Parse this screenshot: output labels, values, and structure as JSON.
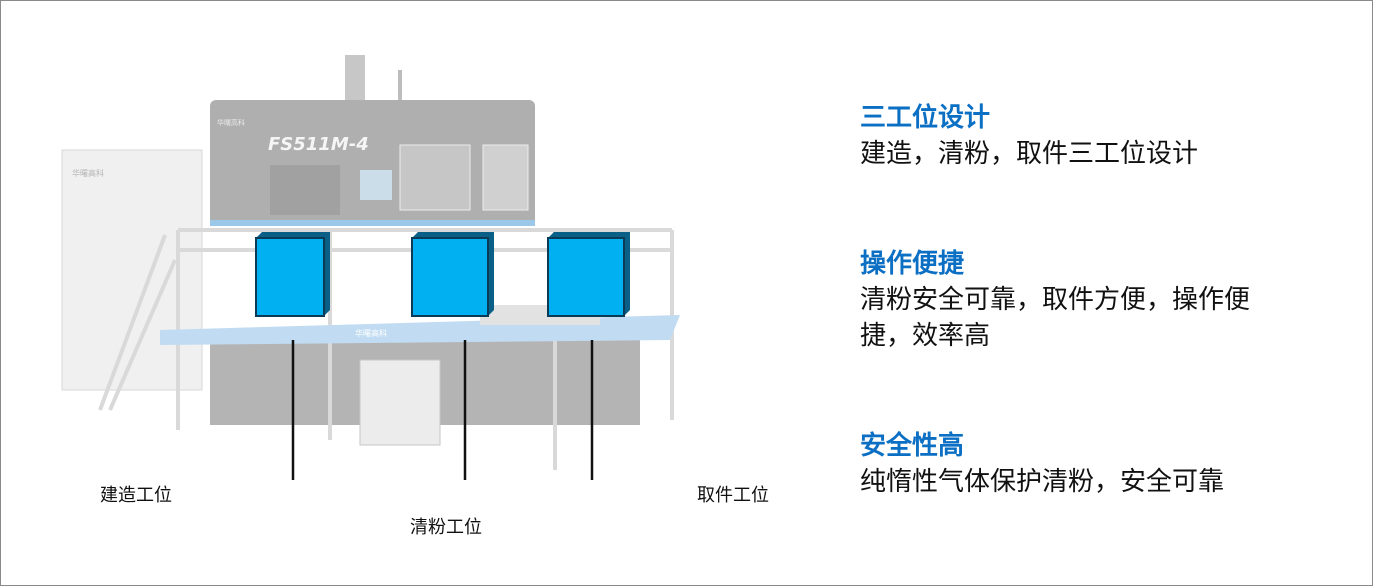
{
  "machine": {
    "model_text": "FS511M-4",
    "brand_text": "华曙高科"
  },
  "callouts": [
    {
      "label": "建造工位"
    },
    {
      "label": "清粉工位"
    },
    {
      "label": "取件工位"
    }
  ],
  "features": [
    {
      "title": "三工位设计",
      "lines": [
        "建造，清粉，取件三工位设计"
      ]
    },
    {
      "title": "操作便捷",
      "lines": [
        "清粉安全可靠，取件方便，操作便",
        "捷，效率高"
      ]
    },
    {
      "title": "安全性高",
      "lines": [
        "纯惰性气体保护清粉，安全可靠"
      ]
    }
  ],
  "colors": {
    "heading": "#0b6fc4",
    "station_box": "#00b0f0"
  }
}
